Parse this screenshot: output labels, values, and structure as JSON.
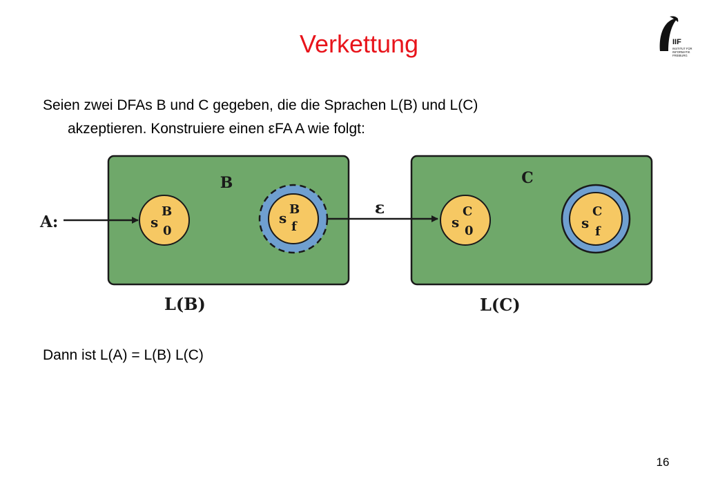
{
  "slide": {
    "title": "Verkettung",
    "body_line1": "Seien zwei DFAs B und C gegeben, die die Sprachen L(B) und L(C)",
    "body_line2": "akzeptieren. Konstruiere einen εFA A wie folgt:",
    "conclusion": "Dann ist L(A) = L(B) L(C)",
    "page_number": "16"
  },
  "logo": {
    "mark": "IIF",
    "line1": "INSTITUT FÜR",
    "line2": "INFORMATIK",
    "line3": "FREIBURG"
  },
  "diagram": {
    "automaton_label": "A:",
    "epsilon": "ε",
    "box_b": {
      "name": "B",
      "language": "L(B)",
      "start_state": {
        "base": "s",
        "sup": "B",
        "sub": "0"
      },
      "final_state": {
        "base": "s",
        "sup": "B",
        "sub": "f"
      }
    },
    "box_c": {
      "name": "C",
      "language": "L(C)",
      "start_state": {
        "base": "s",
        "sup": "C",
        "sub": "0"
      },
      "final_state": {
        "base": "s",
        "sup": "C",
        "sub": "f"
      }
    }
  },
  "colors": {
    "title": "#e8141b",
    "box_fill": "#6fa86a",
    "state_fill": "#f6c863",
    "final_ring": "#6f9fd0",
    "stroke": "#1a1a1a"
  }
}
